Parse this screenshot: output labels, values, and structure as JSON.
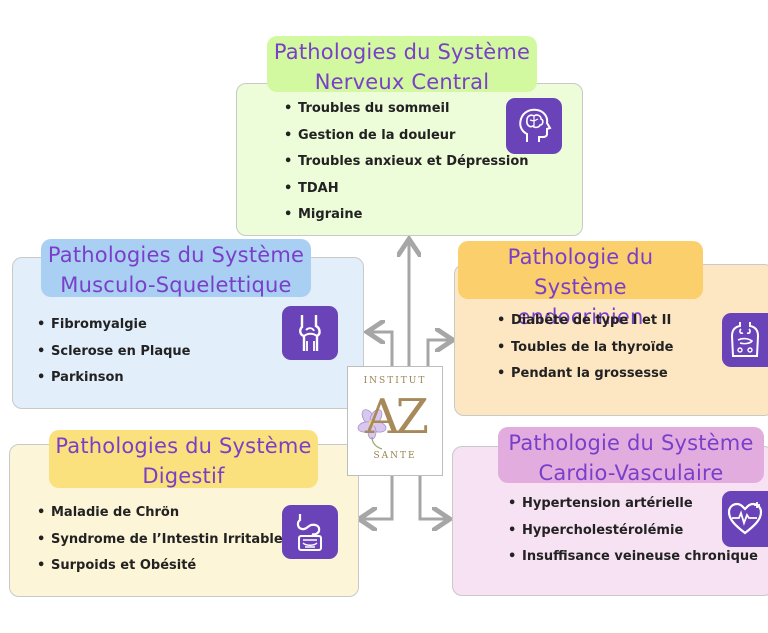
{
  "logo": {
    "top_text": "INSTITUT",
    "letters": "AZ",
    "bottom_text": "SANTE"
  },
  "sections": {
    "snc": {
      "title_line1": "Pathologies du Système",
      "title_line2": "Nerveux Central",
      "items": [
        "Troubles du sommeil",
        "Gestion de la douleur",
        "Troubles anxieux et Dépression",
        "TDAH",
        "Migraine"
      ],
      "icon": "brain-head-icon",
      "card_color": "#edfcd9",
      "title_color": "#d2f99f"
    },
    "musculo": {
      "title_line1": "Pathologies du Système",
      "title_line2": "Musculo-Squelettique",
      "items": [
        "Fibromyalgie",
        "Sclerose en Plaque",
        "Parkinson"
      ],
      "icon": "knee-joint-icon",
      "card_color": "#e3eefb",
      "title_color": "#a9cff3"
    },
    "endocrinien": {
      "title_line1": "Pathologie du Système",
      "title_line2": "endocrinien",
      "items": [
        "Diabète de type I et II",
        "Toubles de la thyroïde",
        "Pendant la grossesse"
      ],
      "icon": "torso-organs-icon",
      "card_color": "#fde7c3",
      "title_color": "#fbcf6b"
    },
    "digestif": {
      "title_line1": "Pathologies du Système",
      "title_line2": "Digestif",
      "items": [
        "Maladie de Chrön",
        "Syndrome de l’Intestin Irritable",
        "Surpoids et Obésité"
      ],
      "icon": "stomach-intestine-icon",
      "card_color": "#fdf5d7",
      "title_color": "#fae17d"
    },
    "cardio": {
      "title_line1": "Pathologie du Système",
      "title_line2": "Cardio-Vasculaire",
      "items": [
        "Hypertension artérielle",
        "Hypercholestérolémie",
        "Insuffisance veineuse chronique"
      ],
      "icon": "heart-pulse-icon",
      "card_color": "#f6e2f2",
      "title_color": "#e3acdf"
    }
  }
}
